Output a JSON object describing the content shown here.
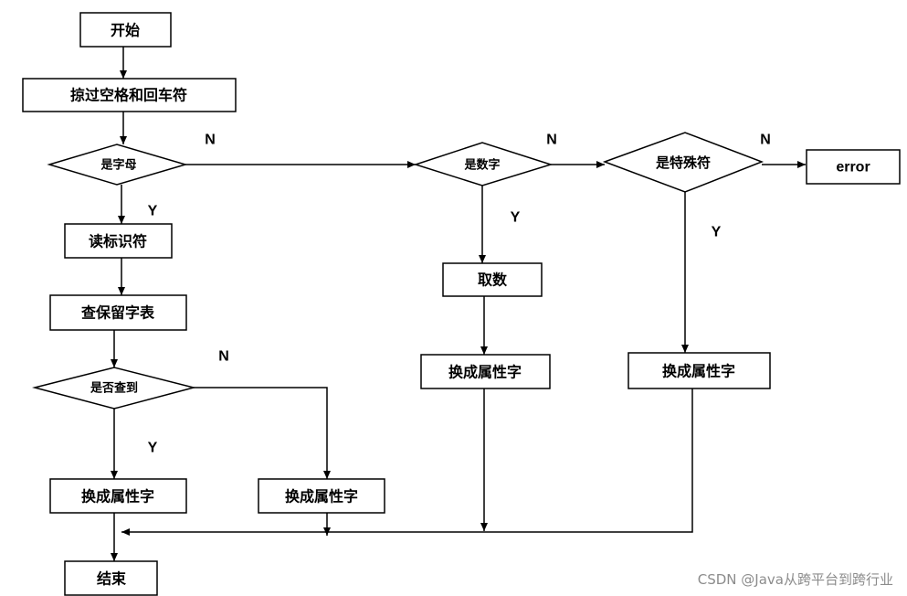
{
  "nodes": {
    "start": "开始",
    "skip_spaces": "掠过空格和回车符",
    "is_letter": "是字母",
    "read_identifier": "读标识符",
    "lookup_reserved": "查保留字表",
    "found": "是否查到",
    "convert_reserved_found": "换成属性字",
    "convert_reserved_notfound": "换成属性字",
    "end": "结束",
    "is_digit": "是数字",
    "take_number": "取数",
    "convert_number": "换成属性字",
    "is_special": "是特殊符",
    "convert_special": "换成属性字",
    "error": "error"
  },
  "edge_labels": {
    "letter_no": "N",
    "letter_yes": "Y",
    "digit_no": "N",
    "digit_yes": "Y",
    "special_no": "N",
    "special_yes": "Y",
    "found_no": "N",
    "found_yes": "Y"
  },
  "watermark": "CSDN @Java从跨平台到跨行业"
}
